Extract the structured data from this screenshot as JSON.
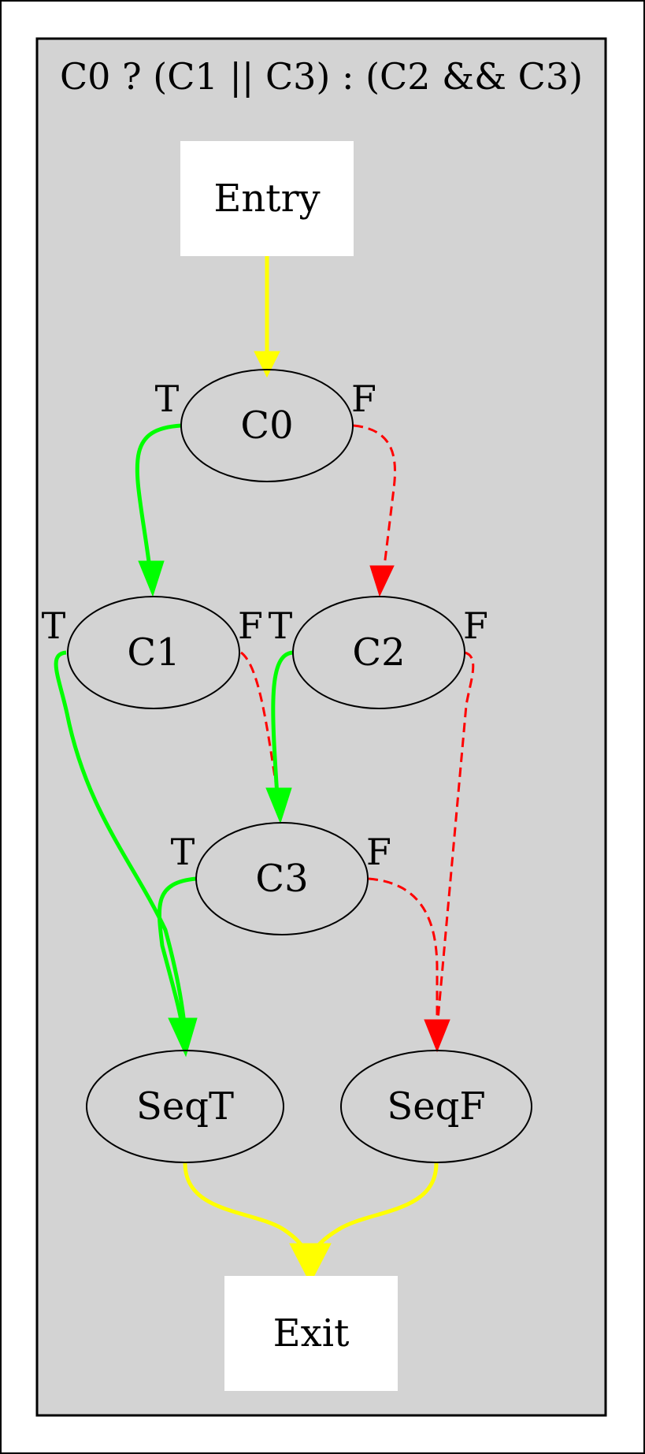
{
  "title": "C0 ? (C1 || C3) : (C2 && C3)",
  "colors": {
    "background": "#ffffff",
    "cluster_fill": "#d3d3d3",
    "node_box_fill": "#ffffff",
    "stroke": "#000000",
    "edge_flow": "#ffff00",
    "edge_true": "#00ff00",
    "edge_false": "#ff0000"
  },
  "nodes": {
    "entry": "Entry",
    "c0": "C0",
    "c1": "C1",
    "c2": "C2",
    "c3": "C3",
    "seqt": "SeqT",
    "seqf": "SeqF",
    "exit": "Exit"
  },
  "edge_labels": {
    "true_label": "T",
    "false_label": "F"
  },
  "edges": [
    {
      "from": "Entry",
      "to": "C0",
      "kind": "flow"
    },
    {
      "from": "C0",
      "to": "C1",
      "kind": "true"
    },
    {
      "from": "C0",
      "to": "C2",
      "kind": "false"
    },
    {
      "from": "C1",
      "to": "SeqT",
      "kind": "true"
    },
    {
      "from": "C1",
      "to": "C3",
      "kind": "false"
    },
    {
      "from": "C2",
      "to": "C3",
      "kind": "true"
    },
    {
      "from": "C2",
      "to": "SeqF",
      "kind": "false"
    },
    {
      "from": "C3",
      "to": "SeqT",
      "kind": "true"
    },
    {
      "from": "C3",
      "to": "SeqF",
      "kind": "false"
    },
    {
      "from": "SeqT",
      "to": "Exit",
      "kind": "flow"
    },
    {
      "from": "SeqF",
      "to": "Exit",
      "kind": "flow"
    }
  ]
}
